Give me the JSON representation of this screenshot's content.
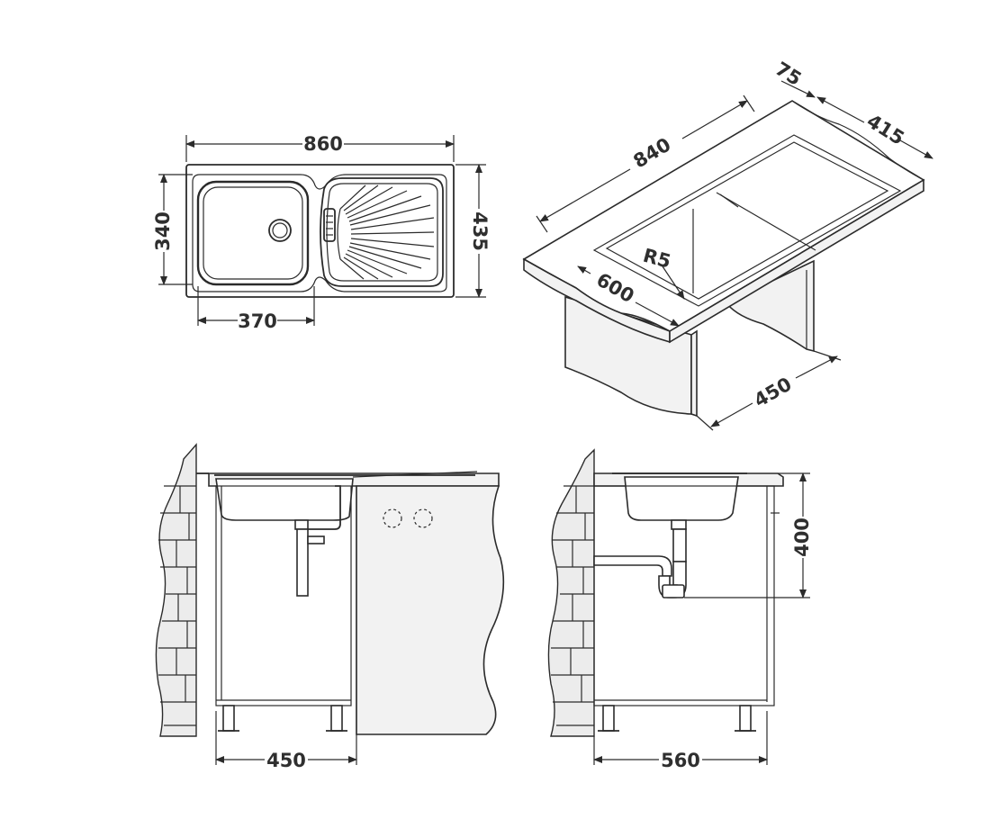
{
  "dimensions": {
    "top_view": {
      "overall_length": "860",
      "bowl_width_label": "370",
      "bowl_depth": "340",
      "overall_depth": "435"
    },
    "isometric_view": {
      "length": "840",
      "edge_offset": "75",
      "drainer_length": "415",
      "depth": "600",
      "corner_radius": "R5",
      "cabinet_width": "450"
    },
    "front_section": {
      "cabinet_width": "450"
    },
    "side_section": {
      "cabinet_depth": "560",
      "height_to_trap": "400"
    }
  }
}
